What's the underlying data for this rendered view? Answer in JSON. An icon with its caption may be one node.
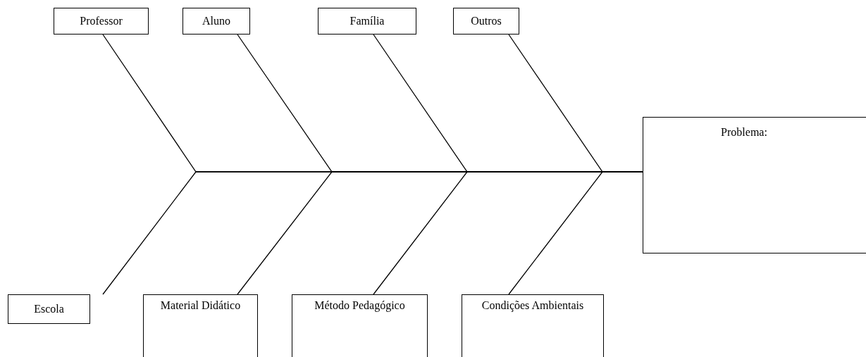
{
  "diagram": {
    "nodes": [
      {
        "text": [
          "Professor"
        ]
      },
      {
        "text": [
          "Aluno"
        ]
      },
      {
        "text": [
          "Família"
        ]
      },
      {
        "text": [
          "Outros"
        ]
      },
      {
        "text": [
          "Problema:"
        ]
      },
      {
        "text": [
          "Escola"
        ]
      },
      {
        "text": [
          "Material Didático"
        ]
      },
      {
        "text": [
          "Método Pedagógico"
        ]
      },
      {
        "text": [
          "Condições Ambientais"
        ]
      }
    ],
    "edges": [
      {
        "from": 0,
        "to": 4,
        "arrow": "none"
      },
      {
        "from": 1,
        "to": 4,
        "arrow": "none"
      },
      {
        "from": 2,
        "to": 4,
        "arrow": "none"
      },
      {
        "from": 3,
        "to": 4,
        "arrow": "none"
      },
      {
        "from": 5,
        "to": 4,
        "arrow": "none"
      },
      {
        "from": 6,
        "to": 4,
        "arrow": "none"
      },
      {
        "from": 7,
        "to": 4,
        "arrow": "none"
      },
      {
        "from": 8,
        "to": 4,
        "arrow": "none"
      }
    ]
  }
}
